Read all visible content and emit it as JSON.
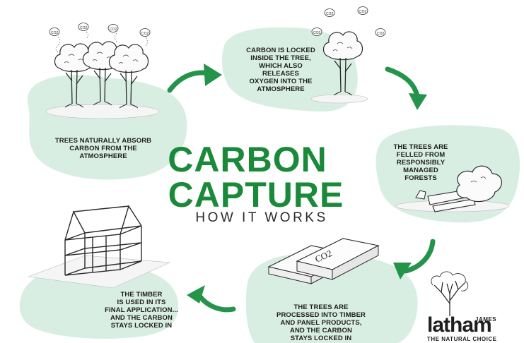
{
  "colors": {
    "blob": "#d9eee2",
    "accent_green": "#1a8a3a",
    "arrow_green": "#23944a",
    "ink": "#1e1e1e"
  },
  "title": {
    "line1": "CARBON",
    "line2": "CAPTURE",
    "subtitle": "HOW IT WORKS"
  },
  "steps": [
    {
      "id": "absorb",
      "text": "TREES NATURALLY ABSORB\nCARBON FROM THE\nATMOSPHERE"
    },
    {
      "id": "locked",
      "text": "CARBON IS LOCKED\nINSIDE THE TREE,\nWHICH ALSO\nRELEASES\nOXYGEN INTO THE\nATMOSPHERE"
    },
    {
      "id": "felled",
      "text": "THE TREES ARE\nFELLED FROM\nRESPONSIBLY\nMANAGED\nFORESTS"
    },
    {
      "id": "processed",
      "text": "THE TREES ARE\nPROCESSED INTO TIMBER\nAND PANEL PRODUCTS,\nAND THE CARBON\nSTAYS LOCKED IN"
    },
    {
      "id": "final",
      "text": "THE TIMBER\nIS USED IN ITS\nFINAL APPLICATION...\nAND THE CARBON\nSTAYS LOCKED IN"
    }
  ],
  "co2_labels": {
    "bubble": "CO2",
    "panel": "CO2"
  },
  "logo": {
    "prefix": "JAMES",
    "word": "latham",
    "tagline": "THE NATURAL CHOICE"
  },
  "icons": {
    "arrows": "curved-arrow-icon",
    "trees": "tree-icon",
    "house": "timber-frame-icon",
    "panels": "timber-panels-icon",
    "logo_tree": "logo-tree-icon"
  }
}
